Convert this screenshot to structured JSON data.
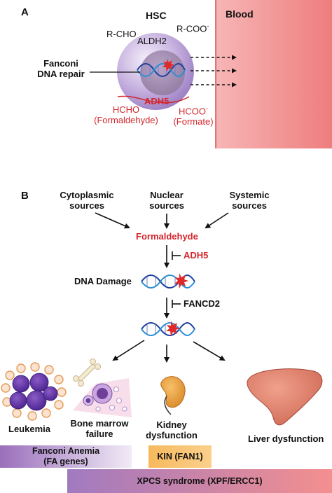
{
  "panel_a": {
    "letter": "A",
    "hsc": "HSC",
    "blood": "Blood",
    "rcho": "R-CHO",
    "aldh2": "ALDH2",
    "rcoo": "R-COO",
    "rcoo_sup": "-",
    "fanconi_line1": "Fanconi",
    "fanconi_line2": "DNA repair",
    "adh5": "ADH5",
    "hcho": "HCHO",
    "formaldehyde": "(Formaldehyde)",
    "hcoo": "HCOO",
    "hcoo_sup": "-",
    "formate": "(Formate)"
  },
  "panel_b": {
    "letter": "B",
    "cyto_line1": "Cytoplasmic",
    "cyto_line2": "sources",
    "nuclear_line1": "Nuclear",
    "nuclear_line2": "sources",
    "systemic_line1": "Systemic",
    "systemic_line2": "sources",
    "formaldehyde": "Formaldehyde",
    "adh5": "ADH5",
    "dna_damage": "DNA Damage",
    "fancd2": "FANCD2",
    "leukemia": "Leukemia",
    "bone_line1": "Bone marrow",
    "bone_line2": "failure",
    "kidney_line1": "Kidney",
    "kidney_line2": "dysfunction",
    "liver": "Liver dysfunction"
  },
  "bars": {
    "fanconi_line1": "Fanconi Anemia",
    "fanconi_line2": "(FA genes)",
    "kin": "KIN (FAN1)",
    "xpcs": "XPCS syndrome (XPF/ERCC1)"
  },
  "colors": {
    "red_accent": "#d4262b",
    "blood": "#f08c8c",
    "cell": "#b49bd2",
    "fanconi_bar": "#9b74bd",
    "kin_bar": "#f6a94a",
    "xpcs_bar_start": "#a07ac0",
    "xpcs_bar_end": "#f29090"
  }
}
